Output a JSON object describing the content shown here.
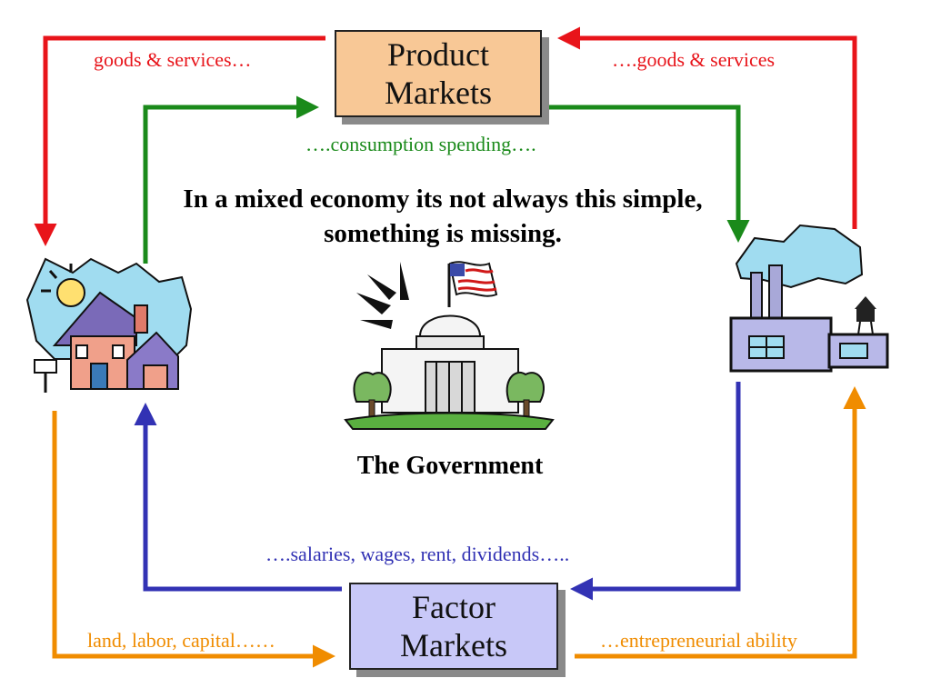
{
  "product_market": {
    "line1": "Product",
    "line2": "Markets"
  },
  "factor_market": {
    "line1": "Factor",
    "line2": "Markets"
  },
  "flows": {
    "goods_left": "goods & services…",
    "goods_right": "….goods & services",
    "consumption": "….consumption spending….",
    "salaries": "….salaries, wages, rent, dividends…..",
    "land": "land, labor, capital……",
    "entrepreneurial": "…entrepreneurial ability"
  },
  "headline": "In a mixed economy its not always this simple, something is missing.",
  "government_title": "The Government",
  "colors": {
    "goods": "#e8141a",
    "spending": "#1a8a1a",
    "income": "#3232b4",
    "resources": "#f08c00"
  },
  "icons": [
    "house-icon",
    "factory-icon",
    "capitol-building-icon"
  ]
}
